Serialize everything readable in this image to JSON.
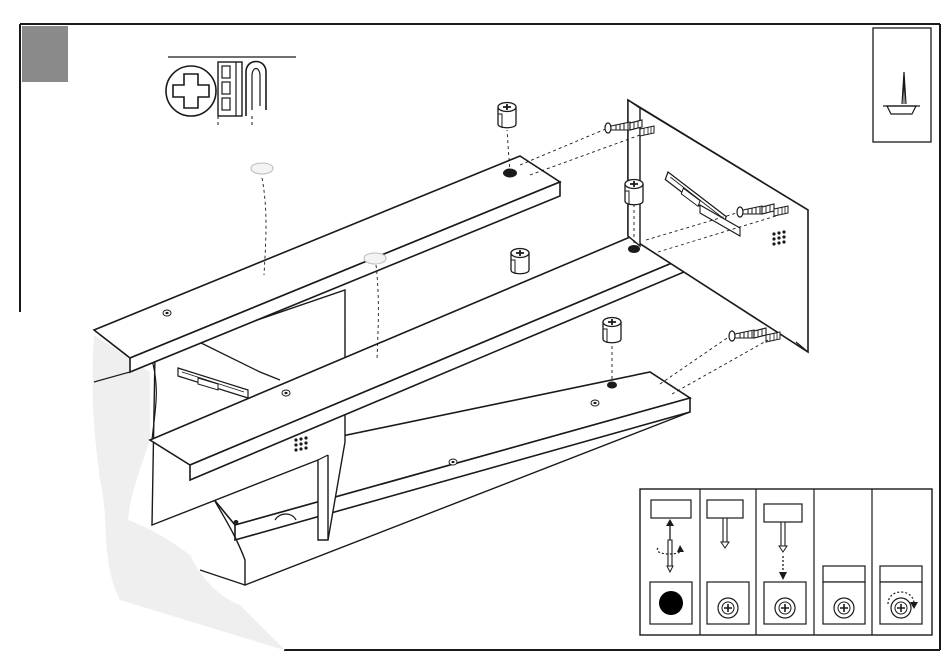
{
  "diagram": {
    "kind": "assembly-instruction-step",
    "text_labels": [],
    "colors": {
      "ink": "#1a1a1a",
      "panel_fill": "#ffffff",
      "panel_shadow": "#e6e6e6",
      "step_marker": "#8a8a8a",
      "cutaway_fill": "#efefef",
      "cam_fill": "#000000"
    },
    "icons": {
      "step_marker": "step-number-block",
      "tool": "phillips-screwdriver-icon",
      "surface": "floor-protection-icon",
      "cam_lock": "cam-lock-icon",
      "screw": "cam-bolt-icon",
      "dowel": "wood-dowel-icon"
    },
    "legend": {
      "panels": [
        {
          "step": 1,
          "icon": "insert-and-rotate-icon"
        },
        {
          "step": 2,
          "icon": "bolt-seated-icon"
        },
        {
          "step": 3,
          "icon": "push-down-icon"
        },
        {
          "step": 4,
          "icon": "cam-inserted-icon"
        },
        {
          "step": 5,
          "icon": "cam-rotate-lock-icon"
        }
      ]
    },
    "parts": {
      "boards": 3,
      "cam_locks": 4,
      "cam_bolts": 3,
      "dowels": 3,
      "hole_covers": 2
    }
  }
}
